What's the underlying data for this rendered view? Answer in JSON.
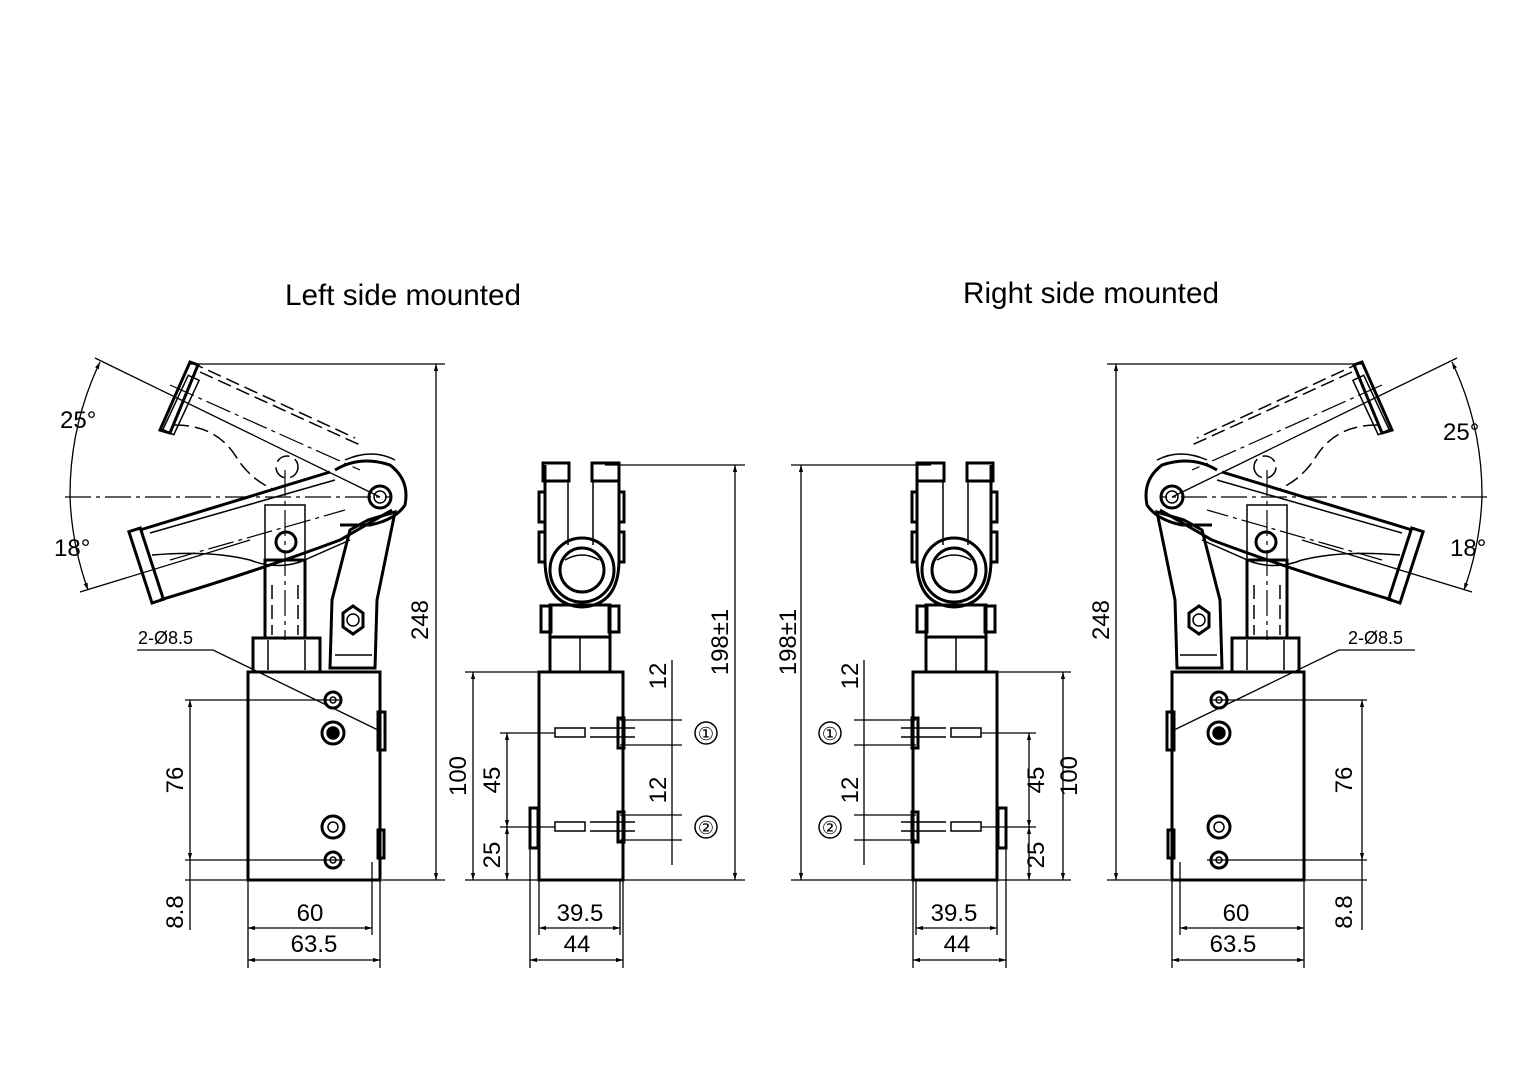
{
  "titles": {
    "left": "Left side mounted",
    "right": "Right side mounted"
  },
  "side_view": {
    "angle_up": "25°",
    "angle_down": "18°",
    "total_height": "248",
    "hole_spacing": "76",
    "hole_offset": "8.8",
    "hole_callout": "2-Ø8.5",
    "inner_width": "60",
    "outer_width": "63.5"
  },
  "front_view": {
    "overall_height": "198±1",
    "body_height": "100",
    "port_spacing": "45",
    "port_offset": "25",
    "port_size_1": "12",
    "port_size_2": "12",
    "port_1": "①",
    "port_2": "②",
    "inner_width": "39.5",
    "outer_width": "44"
  }
}
